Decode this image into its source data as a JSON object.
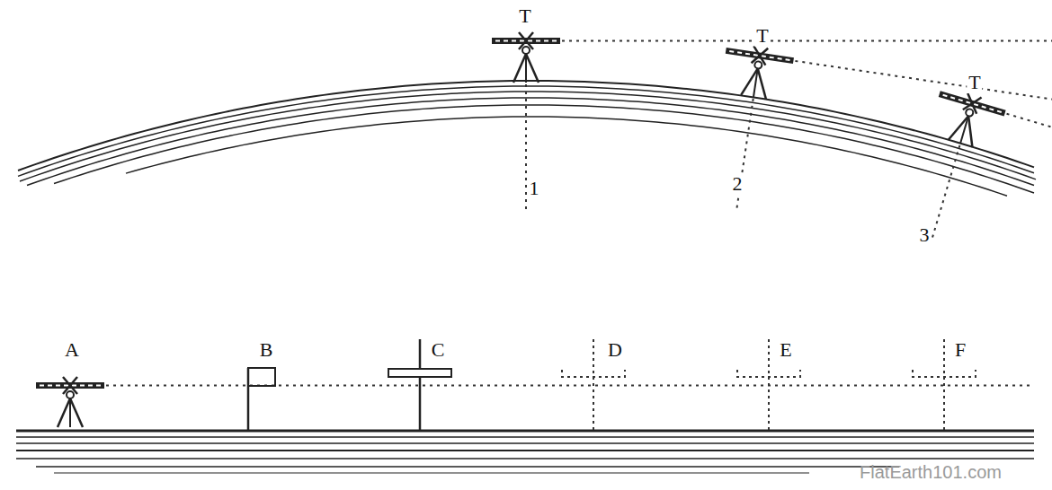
{
  "diagram": {
    "labels": [
      "T",
      "T",
      "T",
      "1",
      "2",
      "3",
      "A",
      "B",
      "C",
      "D",
      "E",
      "F",
      "FlatEarth101.com"
    ]
  }
}
